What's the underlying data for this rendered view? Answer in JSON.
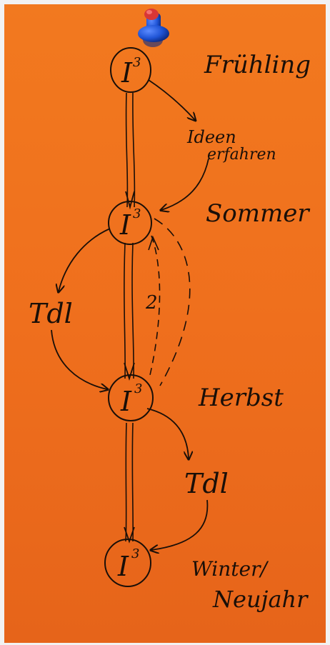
{
  "nodes": [
    {
      "id": "n1",
      "label": "I",
      "exp": "3"
    },
    {
      "id": "n2",
      "label": "I",
      "exp": "3"
    },
    {
      "id": "n3",
      "label": "I",
      "exp": "3"
    },
    {
      "id": "n4",
      "label": "I",
      "exp": "3"
    }
  ],
  "labels": {
    "spring": "Frühling",
    "ideas_line1": "Ideen",
    "ideas_line2": "erfahren",
    "summer": "Sommer",
    "autumn": "Herbst",
    "winter_line1": "Winter/",
    "winter_line2": "Neujahr",
    "tdl_left": "Tdl",
    "tdl_right": "Tdl",
    "dashed_number": "2"
  },
  "colors": {
    "paper": "#f0741f",
    "paper_shade": "#e0601a",
    "ink": "#1a0f08",
    "pin": "#1f54d6",
    "wall": "#f2f2f2"
  },
  "icons": {
    "pin": "push-pin-icon"
  }
}
